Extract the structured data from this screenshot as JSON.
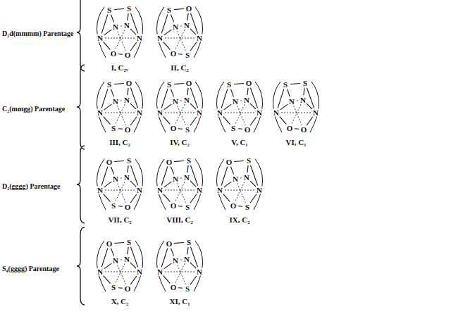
{
  "diagram": {
    "labels": [
      "D₂d(mmmm) Parentage",
      "S",
      "S",
      "N",
      "N",
      "N",
      "N",
      "O",
      "O",
      "I, C₂ᵥ",
      "S",
      "O",
      "N",
      "N",
      "N",
      "N",
      "O",
      "S",
      "II, C₂",
      "C₂(mmgg) Parentage",
      "S",
      "O",
      "N",
      "N",
      "N",
      "N",
      "S",
      "O",
      "III, C₂",
      "S",
      "O",
      "N",
      "N",
      "N",
      "N",
      "O",
      "S",
      "IV, C₂",
      "S",
      "O",
      "N",
      "N",
      "N",
      "N",
      "S",
      "O",
      "V, C₁",
      "S",
      "S",
      "N",
      "N",
      "N",
      "N",
      "O",
      "O",
      "VI, C₁",
      "D₂(gggg) Parentage",
      "O",
      "S",
      "N",
      "N",
      "N",
      "N",
      "S",
      "O",
      "VII, C₂",
      "O",
      "S",
      "N",
      "N",
      "N",
      "N",
      "O",
      "S",
      "VIII, C₂",
      "O",
      "S",
      "N",
      "N",
      "N",
      "N",
      "O",
      "S",
      "IX, C₂",
      "S₄(gggg) Parentage",
      "O",
      "S",
      "N",
      "N",
      "N",
      "N",
      "S",
      "O",
      "X, C₂",
      "O",
      "S",
      "N",
      "N",
      "N",
      "N",
      "O",
      "S",
      "XI, C₁"
    ]
  }
}
